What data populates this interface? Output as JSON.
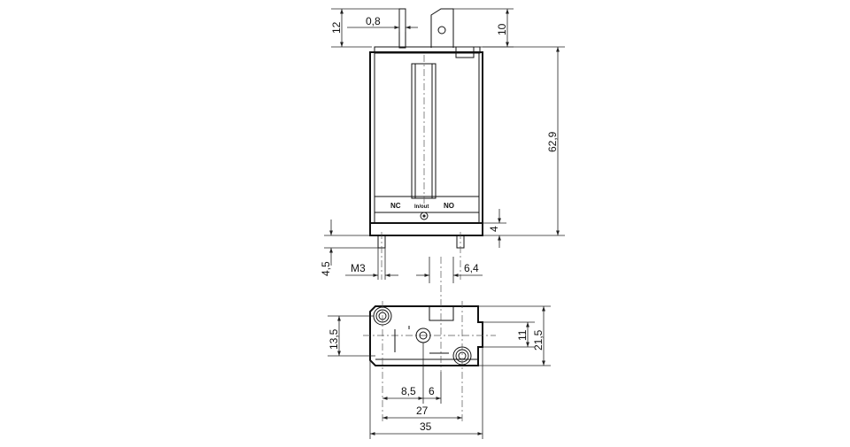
{
  "dimensions": {
    "pin_height": "12",
    "pin_thickness": "0,8",
    "terminal_height": "10",
    "body_height": "62,9",
    "base_step": "4",
    "thread_depth": "4,5",
    "thread": "M3",
    "plunger_width": "6,4",
    "hole_spacing_y": "13,5",
    "slot_width": "11",
    "body_depth": "21,5",
    "offset_a": "8,5",
    "offset_b": "6",
    "hole_spacing_x": "27",
    "body_width": "35"
  },
  "labels": {
    "nc": "NC",
    "nc_label": "NC",
    "center": "In/out",
    "no": "NO"
  },
  "colors": {
    "line": "#111111",
    "dim": "#222222"
  }
}
